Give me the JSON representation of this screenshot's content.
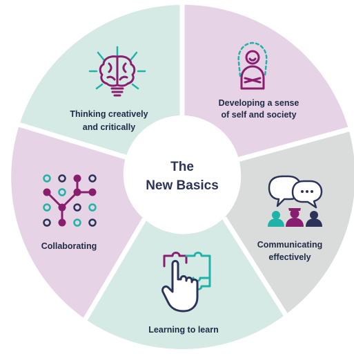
{
  "center": {
    "line1": "The",
    "line2": "New Basics"
  },
  "segments": [
    {
      "id": "thinking",
      "line1": "Thinking creatively",
      "line2": "and critically",
      "color": "#d5e9e5",
      "icon": "brain-lightbulb-icon"
    },
    {
      "id": "developing",
      "line1": "Developing a sense",
      "line2": "of self and society",
      "color": "#e6d4e6",
      "icon": "person-self-icon"
    },
    {
      "id": "communicating",
      "line1": "Communicating",
      "line2": "effectively",
      "color": "#dadcdc",
      "icon": "speech-bubbles-people-icon"
    },
    {
      "id": "learning",
      "line1": "Learning to learn",
      "line2": "",
      "color": "#d5e9e5",
      "icon": "puzzle-hand-icon"
    },
    {
      "id": "collaborating",
      "line1": "Collaborating",
      "line2": "",
      "color": "#e6d4e6",
      "icon": "network-dots-icon"
    }
  ],
  "colors": {
    "teal": "#1fb3a7",
    "purple": "#8a1e6e",
    "navy": "#2b3458"
  }
}
